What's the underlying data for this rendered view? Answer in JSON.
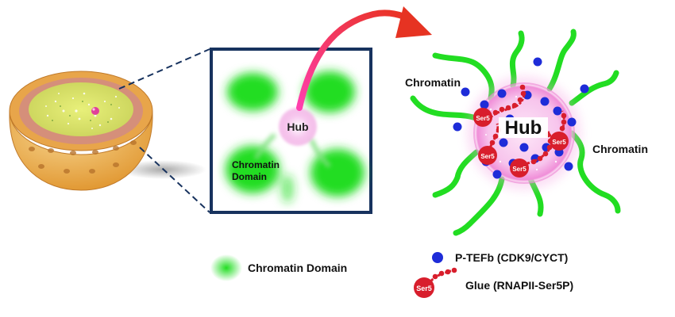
{
  "zoom_panel": {
    "hub_label": "Hub",
    "domain_label": "Chromatin\nDomain"
  },
  "detail": {
    "hub_label": "Hub",
    "chromatin_label_left": "Chromatin",
    "chromatin_label_right": "Chromatin",
    "ser5_label": "Ser5"
  },
  "legend": {
    "chromatin_domain": "Chromatin Domain",
    "ptefb": "P-TEFb (CDK9/CYCT)",
    "glue": "Glue (RNAPII-Ser5P)",
    "glue_icon_label": "Ser5"
  },
  "colors": {
    "chromatin_green": "#22dd22",
    "hub_pink": "#f4b4e8",
    "ptefb_blue": "#1e2cd8",
    "glue_red": "#d81e2c",
    "arrow_red": "#e63322",
    "panel_border": "#17325e"
  }
}
